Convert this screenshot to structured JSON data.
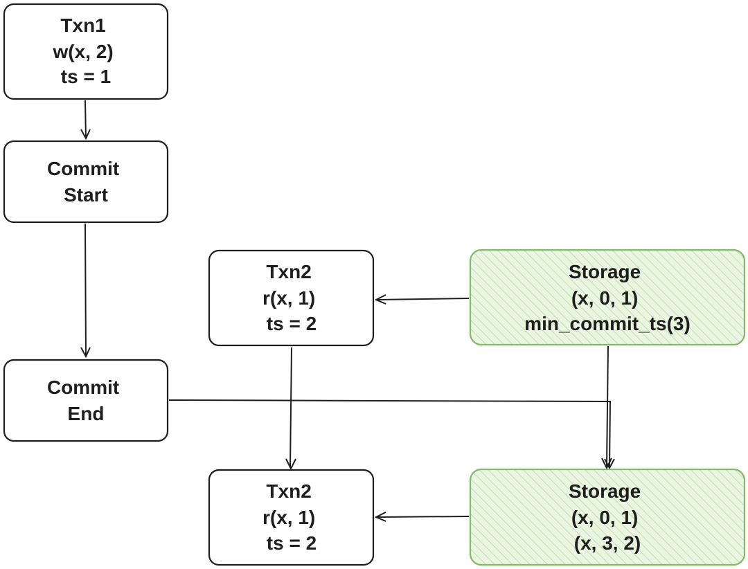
{
  "colors": {
    "stroke": "#1e1e1e",
    "storage_stroke": "#82b86b",
    "storage_fill": "#eaf6e2",
    "storage_hatch": "#b5d9a4"
  },
  "nodes": {
    "txn1": {
      "lines": [
        "Txn1",
        "w(x, 2)",
        "ts = 1"
      ]
    },
    "commit_start": {
      "lines": [
        "Commit",
        "Start"
      ]
    },
    "commit_end": {
      "lines": [
        "Commit",
        "End"
      ]
    },
    "txn2_top": {
      "lines": [
        "Txn2",
        "r(x, 1)",
        "ts = 2"
      ]
    },
    "txn2_bottom": {
      "lines": [
        "Txn2",
        "r(x, 1)",
        "ts = 2"
      ]
    },
    "storage_top": {
      "lines": [
        "Storage",
        "(x, 0, 1)",
        "min_commit_ts(3)"
      ]
    },
    "storage_bottom": {
      "lines": [
        "Storage",
        "(x, 0, 1)",
        "(x, 3, 2)"
      ]
    }
  }
}
